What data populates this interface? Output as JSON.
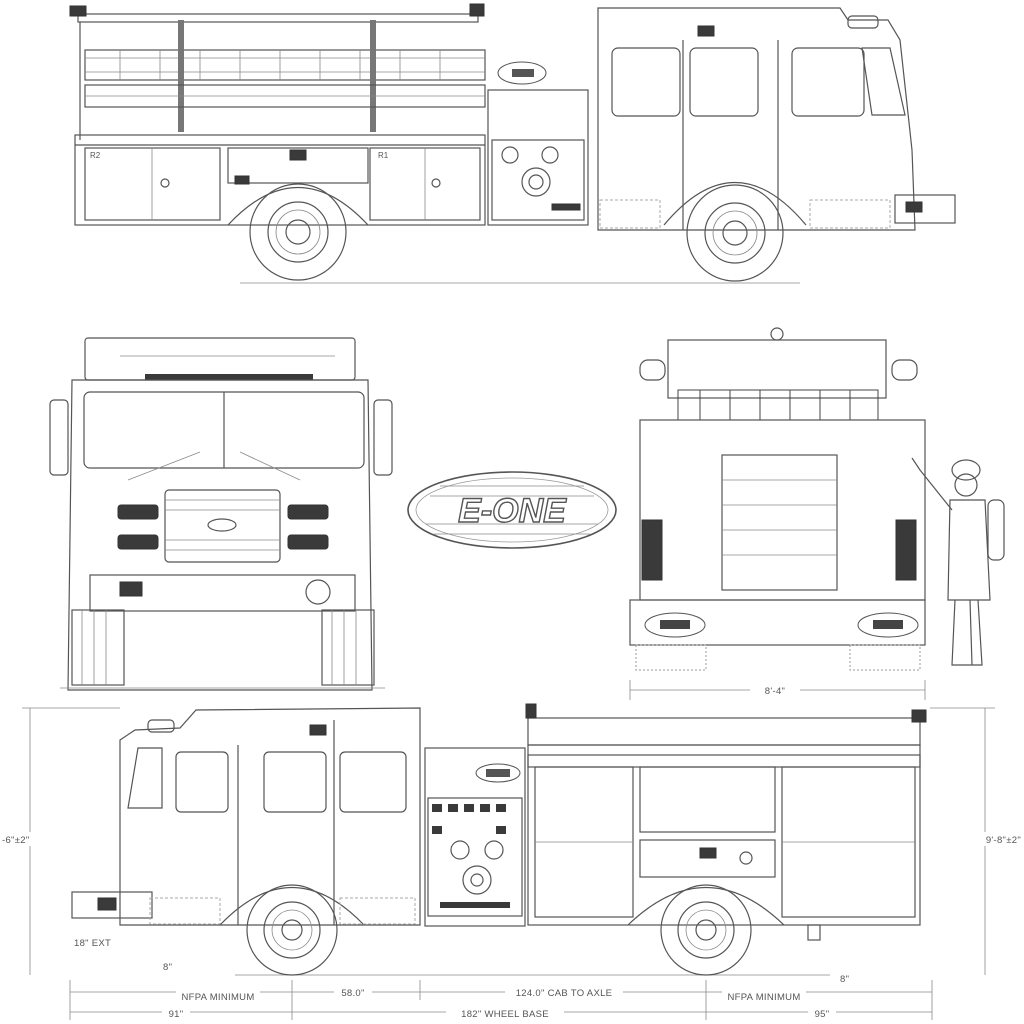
{
  "brand": {
    "logo_text": "E-ONE"
  },
  "side_top": {
    "compartment_labels": {
      "r2": "R2",
      "r1": "R1"
    }
  },
  "rear": {
    "width_dim": "8'-4\""
  },
  "side_bottom": {
    "height_left": "-6\"±2\"",
    "height_right": "9'-8\"±2\"",
    "bumper_ext": "18\" EXT",
    "approach_left": "8\"",
    "approach_right": "8\"",
    "nfpa_left": "NFPA MINIMUM",
    "nfpa_right": "NFPA MINIMUM",
    "front_overhang": "91\"",
    "cab_span": "58.0\"",
    "cab_to_axle": "124.0\" CAB TO AXLE",
    "wheel_base": "182\" WHEEL BASE",
    "rear_overhang": "95\""
  }
}
